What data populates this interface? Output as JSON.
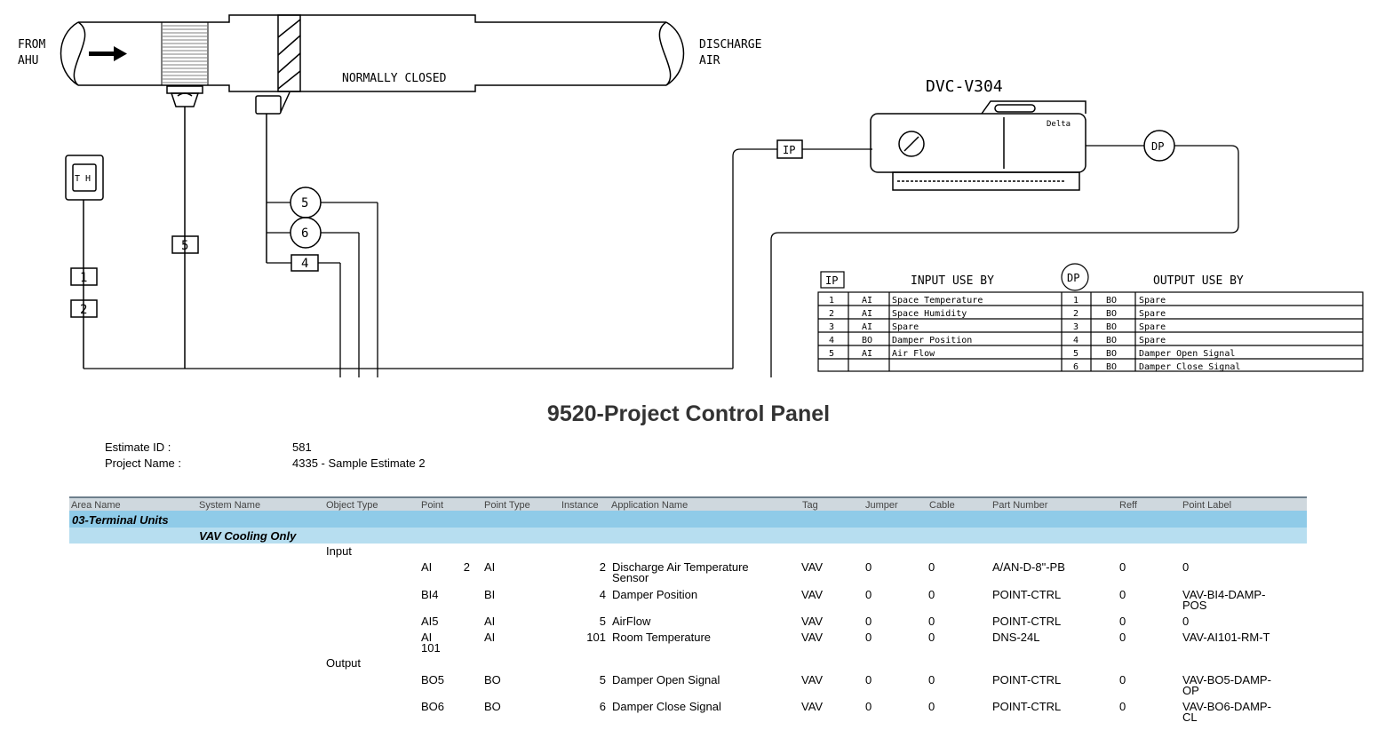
{
  "diagram": {
    "from_label": [
      "FROM",
      "AHU"
    ],
    "discharge_label": [
      "DISCHARGE",
      "AIR"
    ],
    "damper_label": "NORMALLY CLOSED",
    "controller_name": "DVC-V304",
    "controller_brand": "Delta",
    "thermostat_label": "T H",
    "ip_label": "IP",
    "dp_label": "DP",
    "wire_tags": {
      "airflow_circle": "5",
      "damper_open_circle": "6",
      "damper_pos_box": "4",
      "flow_box": "5",
      "th_box_1": "1",
      "th_box_2": "2"
    },
    "io_table": {
      "ip": "IP",
      "dp": "DP",
      "input_header": "INPUT USE BY",
      "output_header": "OUTPUT USE BY",
      "inputs": [
        {
          "n": "1",
          "type": "AI",
          "desc": "Space Temperature"
        },
        {
          "n": "2",
          "type": "AI",
          "desc": "Space Humidity"
        },
        {
          "n": "3",
          "type": "AI",
          "desc": "Spare"
        },
        {
          "n": "4",
          "type": "BO",
          "desc": "Damper Position"
        },
        {
          "n": "5",
          "type": "AI",
          "desc": "Air Flow"
        },
        {
          "n": "",
          "type": "",
          "desc": ""
        }
      ],
      "outputs": [
        {
          "n": "1",
          "type": "BO",
          "desc": "Spare"
        },
        {
          "n": "2",
          "type": "BO",
          "desc": "Spare"
        },
        {
          "n": "3",
          "type": "BO",
          "desc": "Spare"
        },
        {
          "n": "4",
          "type": "BO",
          "desc": "Spare"
        },
        {
          "n": "5",
          "type": "BO",
          "desc": "Damper Open Signal"
        },
        {
          "n": "6",
          "type": "BO",
          "desc": "Damper Close Signal"
        }
      ]
    }
  },
  "report": {
    "title": "9520-Project Control Panel",
    "estimate_id_label": "Estimate ID :",
    "estimate_id": "581",
    "project_name_label": "Project Name :",
    "project_name": "4335 - Sample Estimate 2",
    "columns": [
      "Area Name",
      "System Name",
      "Object Type",
      "Point",
      "Point Type",
      "Instance",
      "Application Name",
      "Tag",
      "Jumper",
      "Cable",
      "Part Number",
      "Reff",
      "Point Label"
    ],
    "area": "03-Terminal Units",
    "system": "VAV Cooling Only",
    "groups": [
      {
        "object_type": "Input",
        "rows": [
          {
            "point": [
              "AI",
              "2"
            ],
            "point_type": "AI",
            "instance": "2",
            "app": [
              "Discharge Air Temperature",
              "Sensor"
            ],
            "tag": "VAV",
            "jumper": "0",
            "cable": "0",
            "part": "A/AN-D-8\"-PB",
            "reff": "0",
            "label": [
              "0"
            ]
          },
          {
            "point": [
              "BI4"
            ],
            "point_type": "BI",
            "instance": "4",
            "app": [
              "Damper Position"
            ],
            "tag": "VAV",
            "jumper": "0",
            "cable": "0",
            "part": "POINT-CTRL",
            "reff": "0",
            "label": [
              "VAV-BI4-DAMP-",
              "POS"
            ]
          },
          {
            "point": [
              "AI5"
            ],
            "point_type": "AI",
            "instance": "5",
            "app": [
              "AirFlow"
            ],
            "tag": "VAV",
            "jumper": "0",
            "cable": "0",
            "part": "POINT-CTRL",
            "reff": "0",
            "label": [
              "0"
            ]
          },
          {
            "point": [
              "AI",
              "101"
            ],
            "point_type": "AI",
            "instance": "101",
            "app": [
              "Room Temperature"
            ],
            "tag": "VAV",
            "jumper": "0",
            "cable": "0",
            "part": "DNS-24L",
            "reff": "0",
            "label": [
              "VAV-AI101-RM-T"
            ]
          }
        ]
      },
      {
        "object_type": "Output",
        "rows": [
          {
            "point": [
              "BO5"
            ],
            "point_type": "BO",
            "instance": "5",
            "app": [
              "Damper Open Signal"
            ],
            "tag": "VAV",
            "jumper": "0",
            "cable": "0",
            "part": "POINT-CTRL",
            "reff": "0",
            "label": [
              "VAV-BO5-DAMP-",
              "OP"
            ]
          },
          {
            "point": [
              "BO6"
            ],
            "point_type": "BO",
            "instance": "6",
            "app": [
              "Damper Close Signal"
            ],
            "tag": "VAV",
            "jumper": "0",
            "cable": "0",
            "part": "POINT-CTRL",
            "reff": "0",
            "label": [
              "VAV-BO6-DAMP-",
              "CL"
            ]
          }
        ]
      }
    ]
  }
}
